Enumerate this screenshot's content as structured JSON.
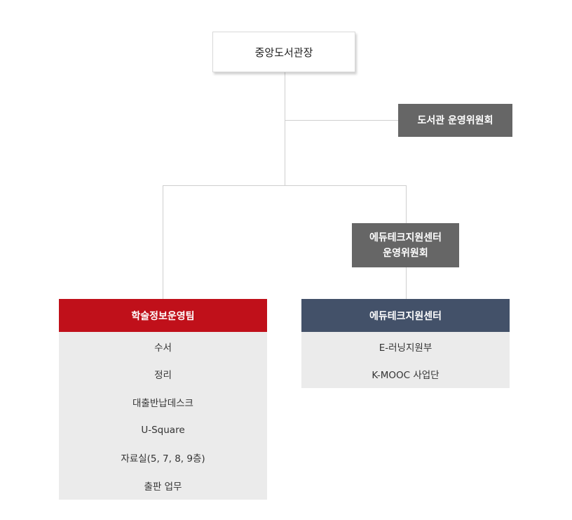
{
  "director": "중앙도서관장",
  "library_committee": "도서관 운영위원회",
  "edutech_committee": {
    "line1": "에듀테크지원센터",
    "line2": "운영위원회"
  },
  "teams": [
    {
      "title": "학술정보운영팀",
      "color": "#c0101a",
      "items": [
        "수서",
        "정리",
        "대출반납데스크",
        "U-Square",
        "자료실(5, 7, 8, 9층)",
        "출판 업무"
      ]
    },
    {
      "title": "에듀테크지원센터",
      "color": "#435169",
      "items": [
        "E-러닝지원부",
        "K-MOOC 사업단"
      ]
    }
  ]
}
